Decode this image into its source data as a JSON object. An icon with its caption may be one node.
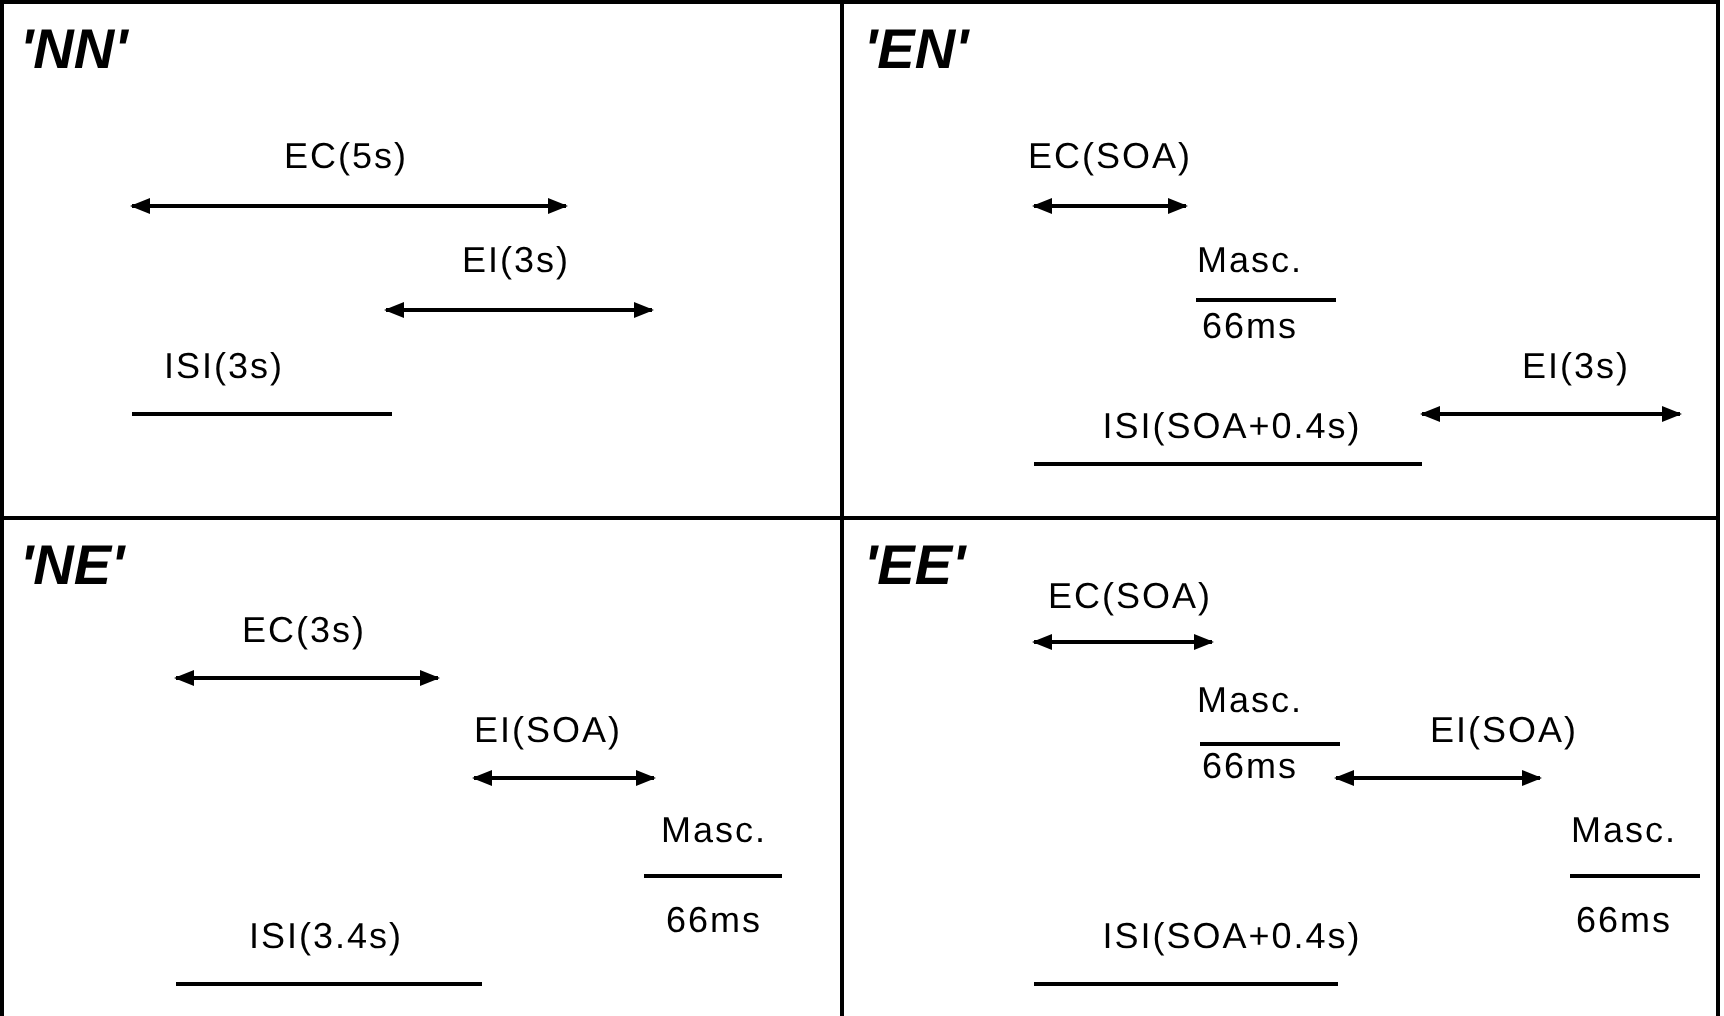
{
  "diagram": {
    "nodes": [
      {
        "text": [
          "'NN'",
          "EC(5s)",
          "EI(3s)",
          "ISI(3s)"
        ]
      },
      {
        "text": [
          "'EN'",
          "EC(SOA)",
          "Masc.",
          "66ms",
          "EI(3s)",
          "ISI(SOA+0.4s)"
        ]
      },
      {
        "text": [
          "'NE'",
          "EC(3s)",
          "EI(SOA)",
          "Masc.",
          "66ms",
          "ISI(3.4s)"
        ]
      },
      {
        "text": [
          "'EE'",
          "EC(SOA)",
          "Masc.",
          "66ms",
          "EI(SOA)",
          "Masc.",
          "66ms",
          "ISI(SOA+0.4s)"
        ]
      }
    ]
  }
}
